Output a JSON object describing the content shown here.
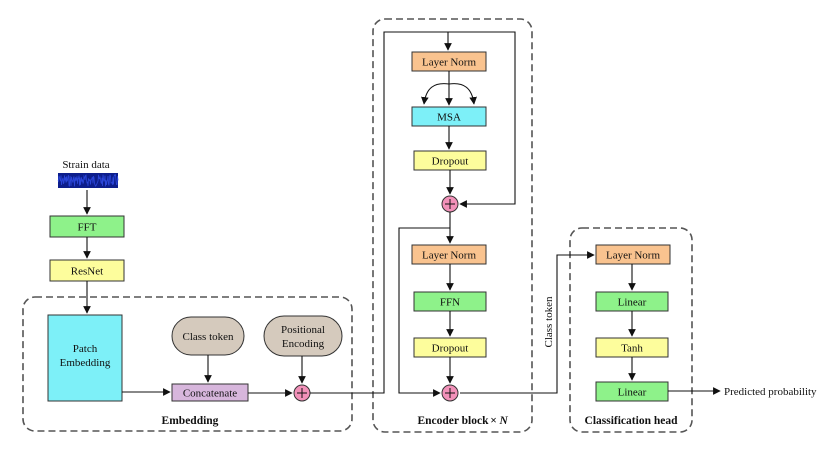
{
  "colors": {
    "green": "#8ef28a",
    "yellow": "#fdfd9c",
    "orange": "#f9c38f",
    "cyan": "#7df0f8",
    "purple": "#d7b6dc",
    "oval": "#d5cabd",
    "add": "#f291b9",
    "signal": "#0d1e8c"
  },
  "icons": {
    "add": "plus-circle-icon",
    "signal": "strain-waveform-icon"
  },
  "input": {
    "label": "Strain data"
  },
  "pre": {
    "fft": "FFT",
    "resnet": "ResNet"
  },
  "embedding": {
    "title": "Embedding",
    "patch_line1": "Patch",
    "patch_line2": "Embedding",
    "class_token": "Class token",
    "pos_line1": "Positional",
    "pos_line2": "Encoding",
    "concat": "Concatenate"
  },
  "encoder": {
    "title": "Encoder block",
    "repeat": "× N",
    "norm1": "Layer Norm",
    "msa": "MSA",
    "dropout1": "Dropout",
    "norm2": "Layer Norm",
    "ffn": "FFN",
    "dropout2": "Dropout"
  },
  "class_token_edge": "Class token",
  "head": {
    "title": "Classification head",
    "norm": "Layer Norm",
    "linear1": "Linear",
    "tanh": "Tanh",
    "linear2": "Linear"
  },
  "output": {
    "label": "Predicted probability"
  }
}
